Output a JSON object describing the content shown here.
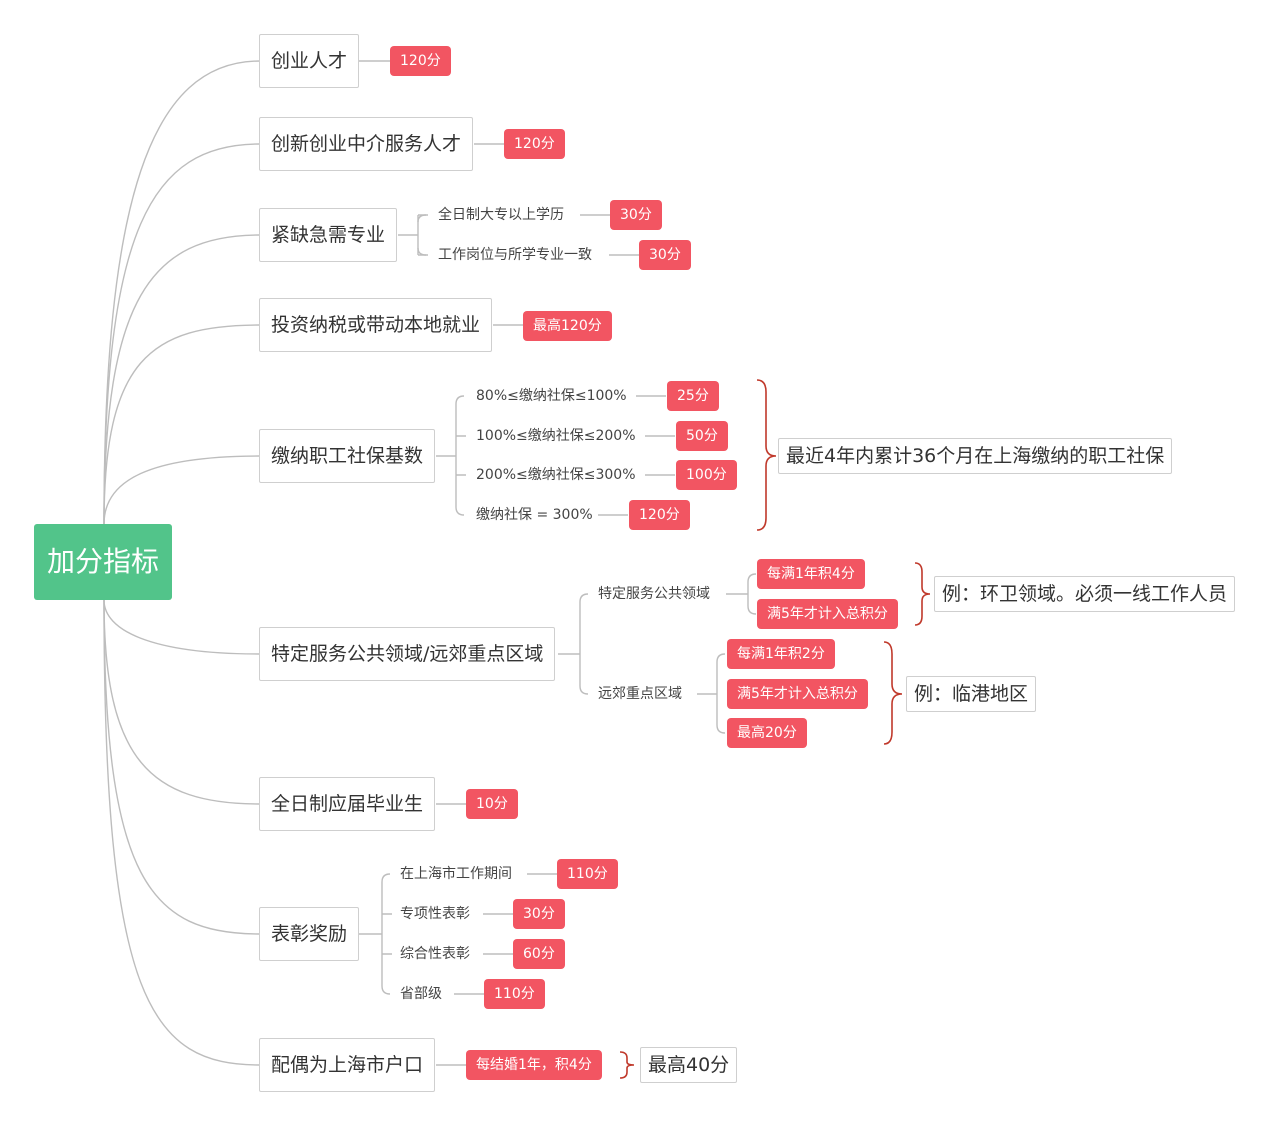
{
  "root": "加分指标",
  "branches": {
    "b1": {
      "label": "创业人才",
      "tag": "120分"
    },
    "b2": {
      "label": "创新创业中介服务人才",
      "tag": "120分"
    },
    "b3": {
      "label": "紧缺急需专业",
      "items": [
        {
          "label": "全日制大专以上学历",
          "tag": "30分"
        },
        {
          "label": "工作岗位与所学专业一致",
          "tag": "30分"
        }
      ]
    },
    "b4": {
      "label": "投资纳税或带动本地就业",
      "tag": "最高120分"
    },
    "b5": {
      "label": "缴纳职工社保基数",
      "items": [
        {
          "label": "80%≤缴纳社保≤100%",
          "tag": "25分"
        },
        {
          "label": "100%≤缴纳社保≤200%",
          "tag": "50分"
        },
        {
          "label": "200%≤缴纳社保≤300%",
          "tag": "100分"
        },
        {
          "label": "缴纳社保 = 300%",
          "tag": "120分"
        }
      ],
      "note": "最近4年内累计36个月在上海缴纳的职工社保"
    },
    "b6": {
      "label": "特定服务公共领域/远郊重点区域",
      "public": {
        "label": "特定服务公共领域",
        "tags": [
          "每满1年积4分",
          "满5年才计入总积分"
        ],
        "note": "例：环卫领域。必须一线工作人员"
      },
      "suburb": {
        "label": "远郊重点区域",
        "tags": [
          "每满1年积2分",
          "满5年才计入总积分",
          "最高20分"
        ],
        "note": "例：临港地区"
      }
    },
    "b7": {
      "label": "全日制应届毕业生",
      "tag": "10分"
    },
    "b8": {
      "label": "表彰奖励",
      "items": [
        {
          "label": "在上海市工作期间",
          "tag": "110分"
        },
        {
          "label": "专项性表彰",
          "tag": "30分"
        },
        {
          "label": "综合性表彰",
          "tag": "60分"
        },
        {
          "label": "省部级",
          "tag": "110分"
        }
      ]
    },
    "b9": {
      "label": "配偶为上海市户口",
      "tag": "每结婚1年，积4分",
      "note": "最高40分"
    }
  }
}
